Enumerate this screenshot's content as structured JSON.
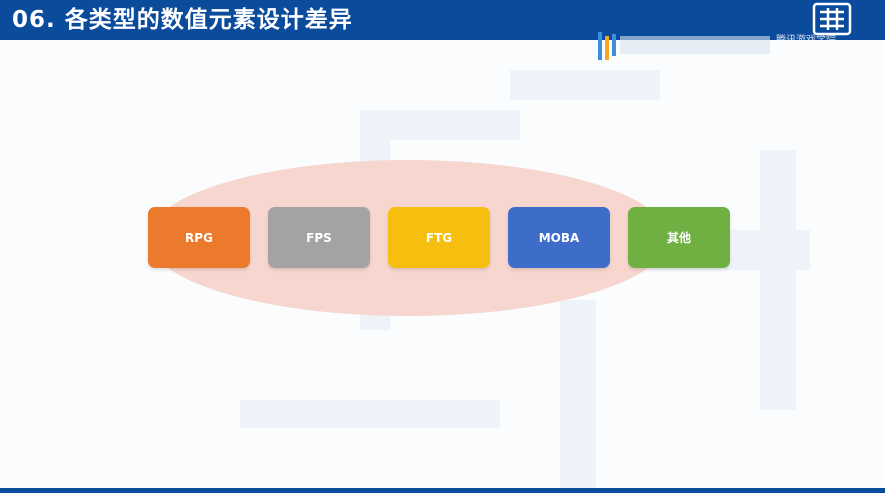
{
  "header": {
    "number": "06.",
    "title": "各类型的数值元素设计差异"
  },
  "branding": {
    "caption": "腾讯游戏学院"
  },
  "categories": [
    {
      "label": "RPG",
      "color": "#ec7a2c"
    },
    {
      "label": "FPS",
      "color": "#a3a3a3"
    },
    {
      "label": "FTG",
      "color": "#f6bf0f"
    },
    {
      "label": "MOBA",
      "color": "#3d6dc9"
    },
    {
      "label": "其他",
      "color": "#70b043"
    }
  ],
  "colors": {
    "header": "#0b4b9c",
    "highlight_ellipse": "#f7d6cf"
  }
}
